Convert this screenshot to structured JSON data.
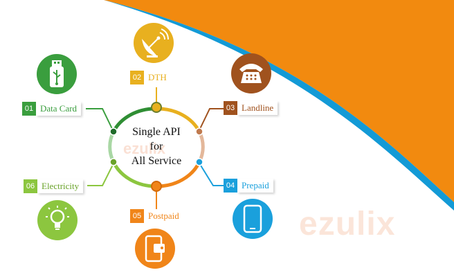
{
  "center": {
    "line1": "Single API",
    "line2": "for",
    "line3": "All Service"
  },
  "watermark": {
    "center_text": "ezulix",
    "main_text": "ezulix"
  },
  "services": [
    {
      "number": "01",
      "label": "Data Card",
      "color": "#3a9e3e",
      "icon": "usb-drive-icon"
    },
    {
      "number": "02",
      "label": "DTH",
      "color": "#e8b01f",
      "icon": "satellite-dish-icon"
    },
    {
      "number": "03",
      "label": "Landline",
      "color": "#a0521e",
      "icon": "telephone-icon"
    },
    {
      "number": "04",
      "label": "Prepaid",
      "color": "#1aa0dc",
      "icon": "mobile-phone-icon"
    },
    {
      "number": "05",
      "label": "Postpaid",
      "color": "#f08519",
      "icon": "mobile-wallet-icon"
    },
    {
      "number": "06",
      "label": "Electricity",
      "color": "#8cc63f",
      "icon": "light-bulb-icon"
    }
  ],
  "colors": {
    "orange_band": "#f28a0f",
    "blue_stripe": "#139ad6"
  }
}
